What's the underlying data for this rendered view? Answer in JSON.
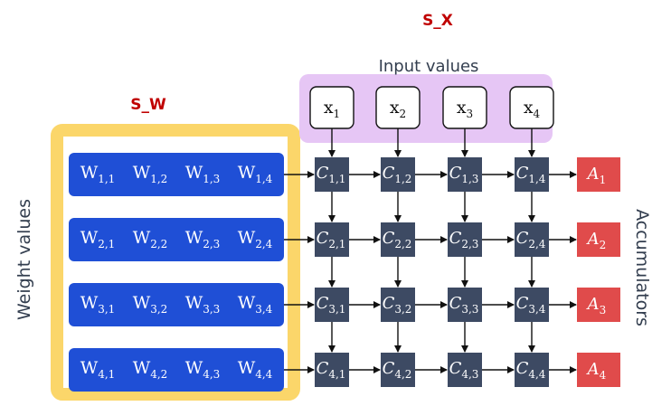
{
  "labels": {
    "s_x": "S_X",
    "s_w": "S_W",
    "input_values": "Input values",
    "weight_values": "Weight values",
    "accumulators": "Accumulators"
  },
  "colors": {
    "weight_fill": "#1f4fd6",
    "cell_fill": "#3d4a63",
    "accumulator_fill": "#e04b4b",
    "sw_frame": "#fbd66a",
    "sx_frame": "#e6c6f5",
    "label_red": "#c00000"
  },
  "inputs": [
    {
      "base": "x",
      "sub": "1"
    },
    {
      "base": "x",
      "sub": "2"
    },
    {
      "base": "x",
      "sub": "3"
    },
    {
      "base": "x",
      "sub": "4"
    }
  ],
  "weights": [
    [
      {
        "base": "W",
        "sub": "1,1"
      },
      {
        "base": "W",
        "sub": "1,2"
      },
      {
        "base": "W",
        "sub": "1,3"
      },
      {
        "base": "W",
        "sub": "1,4"
      }
    ],
    [
      {
        "base": "W",
        "sub": "2,1"
      },
      {
        "base": "W",
        "sub": "2,2"
      },
      {
        "base": "W",
        "sub": "2,3"
      },
      {
        "base": "W",
        "sub": "2,4"
      }
    ],
    [
      {
        "base": "W",
        "sub": "3,1"
      },
      {
        "base": "W",
        "sub": "3,2"
      },
      {
        "base": "W",
        "sub": "3,3"
      },
      {
        "base": "W",
        "sub": "3,4"
      }
    ],
    [
      {
        "base": "W",
        "sub": "4,1"
      },
      {
        "base": "W",
        "sub": "4,2"
      },
      {
        "base": "W",
        "sub": "4,3"
      },
      {
        "base": "W",
        "sub": "4,4"
      }
    ]
  ],
  "cells": [
    [
      {
        "base": "C",
        "sub": "1,1"
      },
      {
        "base": "C",
        "sub": "1,2"
      },
      {
        "base": "C",
        "sub": "1,3"
      },
      {
        "base": "C",
        "sub": "1,4"
      }
    ],
    [
      {
        "base": "C",
        "sub": "2,1"
      },
      {
        "base": "C",
        "sub": "2,2"
      },
      {
        "base": "C",
        "sub": "2,3"
      },
      {
        "base": "C",
        "sub": "2,4"
      }
    ],
    [
      {
        "base": "C",
        "sub": "3,1"
      },
      {
        "base": "C",
        "sub": "3,2"
      },
      {
        "base": "C",
        "sub": "3,3"
      },
      {
        "base": "C",
        "sub": "3,4"
      }
    ],
    [
      {
        "base": "C",
        "sub": "4,1"
      },
      {
        "base": "C",
        "sub": "4,2"
      },
      {
        "base": "C",
        "sub": "4,3"
      },
      {
        "base": "C",
        "sub": "4,4"
      }
    ]
  ],
  "accumulators": [
    {
      "base": "A",
      "sub": "1"
    },
    {
      "base": "A",
      "sub": "2"
    },
    {
      "base": "A",
      "sub": "3"
    },
    {
      "base": "A",
      "sub": "4"
    }
  ]
}
